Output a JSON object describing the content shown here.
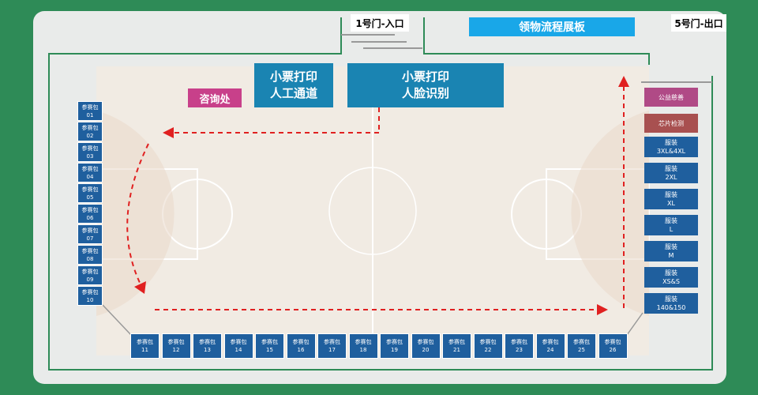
{
  "entrance_label": "1号门-入口",
  "exit_label": "5号门-出口",
  "title": "领物流程展板",
  "consult": "咨询处",
  "ticket_print_manual": [
    "小票打印",
    "人工通道"
  ],
  "ticket_print_face": [
    "小票打印",
    "人脸识别"
  ],
  "bag_label": "参赛包",
  "left_bags": [
    "01",
    "02",
    "03",
    "04",
    "05",
    "06",
    "07",
    "08",
    "09",
    "10"
  ],
  "bottom_bags": [
    "11",
    "12",
    "13",
    "14",
    "15",
    "16",
    "17",
    "18",
    "19",
    "20",
    "21",
    "22",
    "23",
    "24",
    "25",
    "26"
  ],
  "right_stations": [
    {
      "name": "公益慈善",
      "color": "#b04a86"
    },
    {
      "name": "芯片检测",
      "color": "#a85050"
    },
    {
      "name": "服装",
      "size": "3XL&4XL",
      "color": "#1f5f9e"
    },
    {
      "name": "服装",
      "size": "2XL",
      "color": "#1f5f9e"
    },
    {
      "name": "服装",
      "size": "XL",
      "color": "#1f5f9e"
    },
    {
      "name": "服装",
      "size": "L",
      "color": "#1f5f9e"
    },
    {
      "name": "服装",
      "size": "M",
      "color": "#1f5f9e"
    },
    {
      "name": "服装",
      "size": "XS&S",
      "color": "#1f5f9e"
    },
    {
      "name": "服装",
      "size": "140&150",
      "color": "#1f5f9e"
    }
  ],
  "colors": {
    "background": "#2e8b57",
    "court": "#f1ebe3",
    "arrow": "#e02020",
    "title_bar": "#19a7e8",
    "consult": "#c8408a"
  }
}
